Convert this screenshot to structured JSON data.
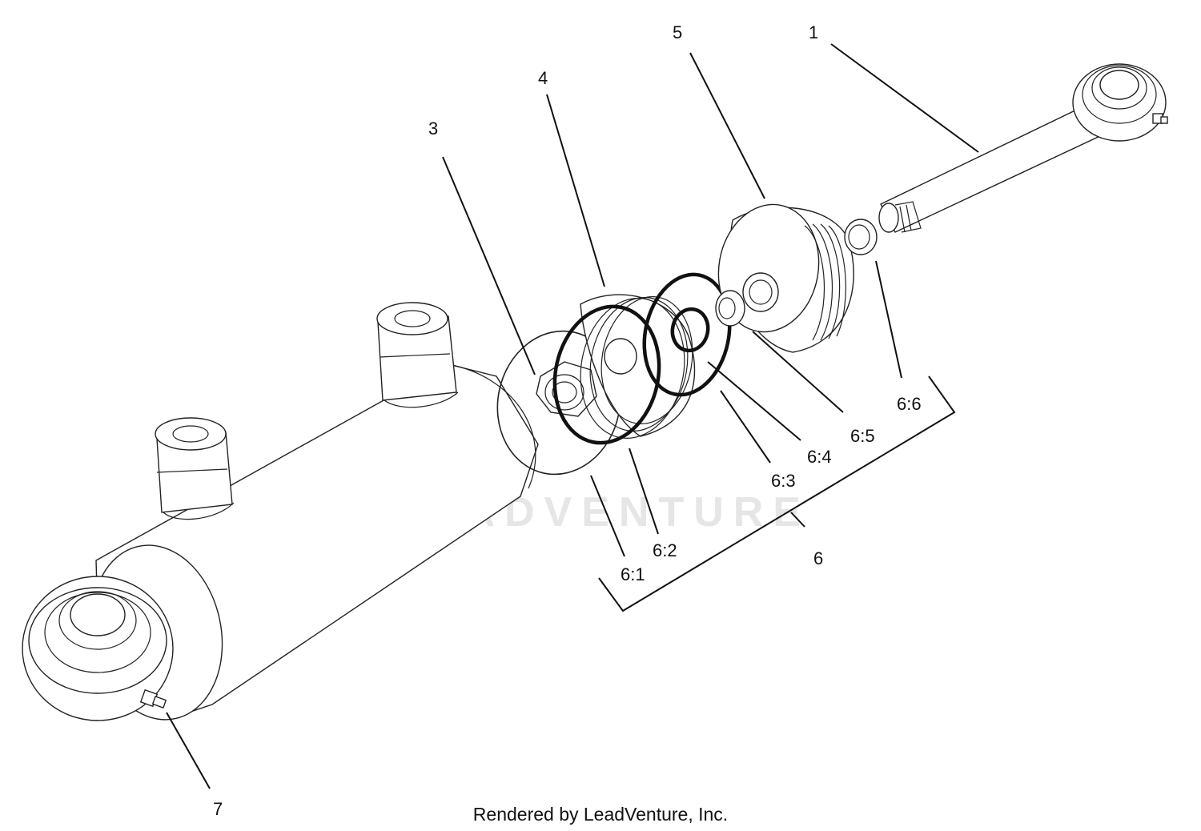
{
  "diagram": {
    "callouts": [
      {
        "id": "1",
        "label": "1"
      },
      {
        "id": "3",
        "label": "3"
      },
      {
        "id": "4",
        "label": "4"
      },
      {
        "id": "5",
        "label": "5"
      },
      {
        "id": "6",
        "label": "6"
      },
      {
        "id": "6-1",
        "label": "6:1"
      },
      {
        "id": "6-2",
        "label": "6:2"
      },
      {
        "id": "6-3",
        "label": "6:3"
      },
      {
        "id": "6-4",
        "label": "6:4"
      },
      {
        "id": "6-5",
        "label": "6:5"
      },
      {
        "id": "6-6",
        "label": "6:6"
      },
      {
        "id": "7",
        "label": "7"
      }
    ],
    "watermark": "LEADVENTURE",
    "credit": "Rendered by LeadVenture, Inc."
  }
}
